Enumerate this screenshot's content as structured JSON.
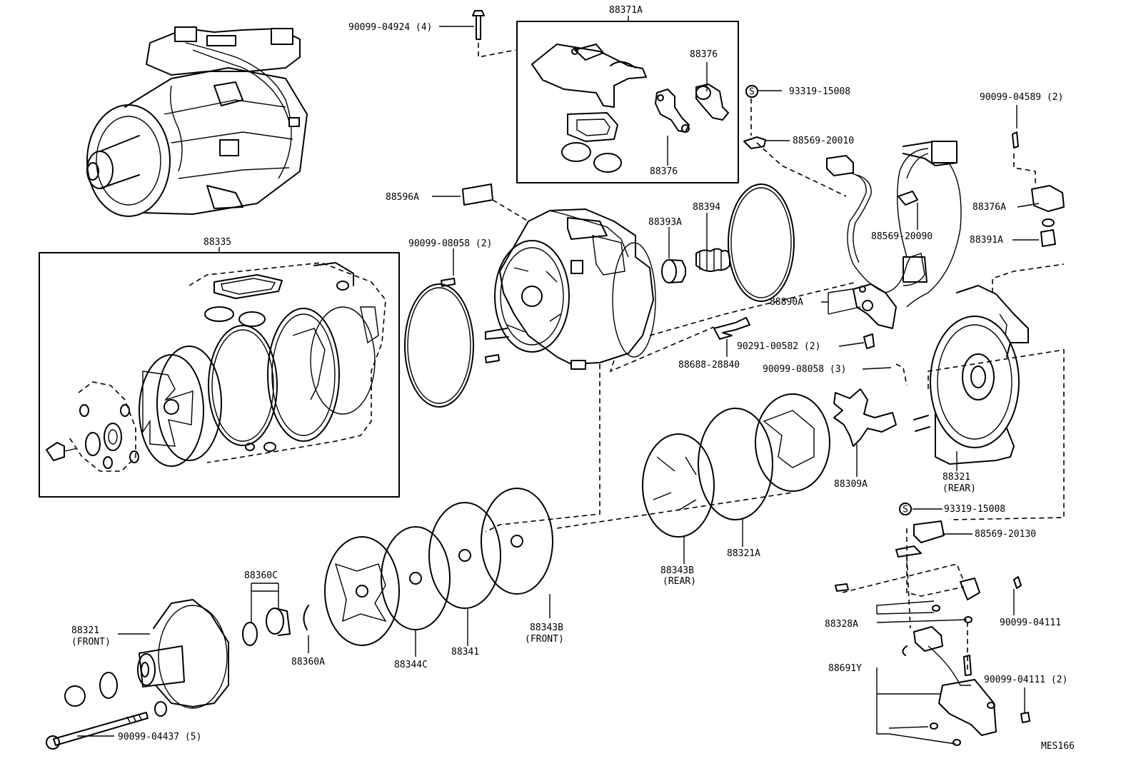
{
  "diagram": {
    "code": "MES166",
    "labels": [
      {
        "id": "88371A",
        "text": "88371A"
      },
      {
        "id": "90099-04924",
        "text": "90099-04924 (4)"
      },
      {
        "id": "88376-top",
        "text": "88376"
      },
      {
        "id": "88376-bottom",
        "text": "88376"
      },
      {
        "id": "93319-15008-top",
        "text": "93319-15008"
      },
      {
        "id": "88569-20010",
        "text": "88569-20010"
      },
      {
        "id": "90099-04589",
        "text": "90099-04589 (2)"
      },
      {
        "id": "88596A",
        "text": "88596A"
      },
      {
        "id": "88394",
        "text": "88394"
      },
      {
        "id": "88393A",
        "text": "88393A"
      },
      {
        "id": "88569-20090",
        "text": "88569-20090"
      },
      {
        "id": "88376A",
        "text": "88376A"
      },
      {
        "id": "88391A",
        "text": "88391A"
      },
      {
        "id": "88335",
        "text": "88335"
      },
      {
        "id": "90099-08058-2",
        "text": "90099-08058 (2)"
      },
      {
        "id": "88890A",
        "text": "88890A"
      },
      {
        "id": "90291-00582",
        "text": "90291-00582 (2)"
      },
      {
        "id": "88688-28840",
        "text": "88688-28840"
      },
      {
        "id": "90099-08058-3",
        "text": "90099-08058 (3)"
      },
      {
        "id": "88309A",
        "text": "88309A"
      },
      {
        "id": "88321-rear",
        "text": "88321"
      },
      {
        "id": "88321-rear-sub",
        "text": "(REAR)"
      },
      {
        "id": "93319-15008-bottom",
        "text": "93319-15008"
      },
      {
        "id": "88569-20130",
        "text": "88569-20130"
      },
      {
        "id": "88343B-rear",
        "text": "88343B"
      },
      {
        "id": "88343B-rear-sub",
        "text": "(REAR)"
      },
      {
        "id": "88321A",
        "text": "88321A"
      },
      {
        "id": "88360C",
        "text": "88360C"
      },
      {
        "id": "88321-front",
        "text": "88321"
      },
      {
        "id": "88321-front-sub",
        "text": "(FRONT)"
      },
      {
        "id": "88360A",
        "text": "88360A"
      },
      {
        "id": "88344C",
        "text": "88344C"
      },
      {
        "id": "88341",
        "text": "88341"
      },
      {
        "id": "88343B-front",
        "text": "88343B"
      },
      {
        "id": "88343B-front-sub",
        "text": "(FRONT)"
      },
      {
        "id": "88328A",
        "text": "88328A"
      },
      {
        "id": "90099-04111",
        "text": "90099-04111"
      },
      {
        "id": "88691Y",
        "text": "88691Y"
      },
      {
        "id": "90099-04111-2",
        "text": "90099-04111 (2)"
      },
      {
        "id": "90099-04437",
        "text": "90099-04437 (5)"
      }
    ],
    "symbols": {
      "s_mark": "S"
    }
  }
}
